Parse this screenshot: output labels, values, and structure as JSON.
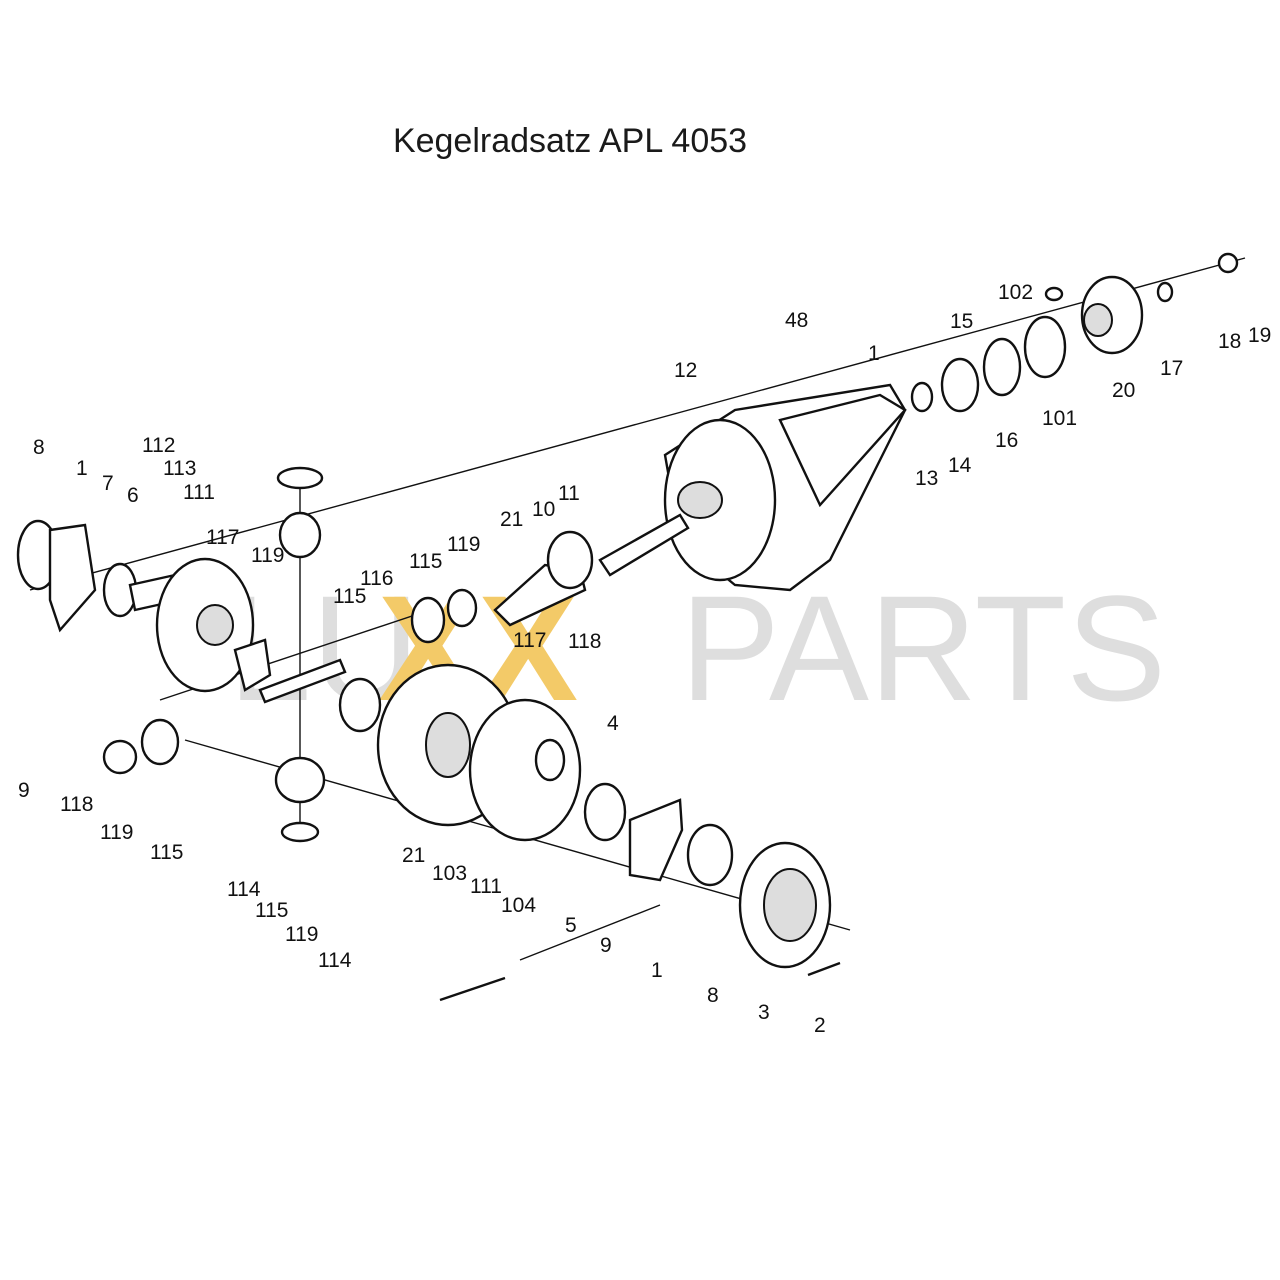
{
  "diagram": {
    "title": "Kegelradsatz APL 4053"
  },
  "watermark": {
    "left": "LU",
    "accent": "XX",
    "right": "PARTS",
    "accent_color": "#f2c14e",
    "gray_color": "#d9d9d9"
  },
  "labels": [
    {
      "text": "8"
    },
    {
      "text": "1"
    },
    {
      "text": "7"
    },
    {
      "text": "6"
    },
    {
      "text": "112"
    },
    {
      "text": "113"
    },
    {
      "text": "111"
    },
    {
      "text": "117"
    },
    {
      "text": "119"
    },
    {
      "text": "115"
    },
    {
      "text": "116"
    },
    {
      "text": "115"
    },
    {
      "text": "119"
    },
    {
      "text": "21"
    },
    {
      "text": "10"
    },
    {
      "text": "11"
    },
    {
      "text": "12"
    },
    {
      "text": "48"
    },
    {
      "text": "1"
    },
    {
      "text": "13"
    },
    {
      "text": "14"
    },
    {
      "text": "15"
    },
    {
      "text": "16"
    },
    {
      "text": "101"
    },
    {
      "text": "102"
    },
    {
      "text": "20"
    },
    {
      "text": "17"
    },
    {
      "text": "18"
    },
    {
      "text": "19"
    },
    {
      "text": "9"
    },
    {
      "text": "118"
    },
    {
      "text": "119"
    },
    {
      "text": "115"
    },
    {
      "text": "114"
    },
    {
      "text": "115"
    },
    {
      "text": "119"
    },
    {
      "text": "114"
    },
    {
      "text": "117"
    },
    {
      "text": "118"
    },
    {
      "text": "21"
    },
    {
      "text": "111"
    },
    {
      "text": "4"
    },
    {
      "text": "5"
    },
    {
      "text": "103"
    },
    {
      "text": "104"
    },
    {
      "text": "9"
    },
    {
      "text": "1"
    },
    {
      "text": "8"
    },
    {
      "text": "3"
    },
    {
      "text": "2"
    }
  ]
}
